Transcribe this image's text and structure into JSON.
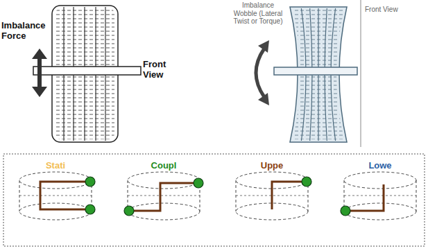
{
  "diagram": {
    "labels": [
      "Imbalance Force",
      "Front View",
      "Imbalance Wobble (Lateral Twist or Torque)",
      "Front View",
      "Stati",
      "Coupl",
      "Uppe",
      "Lowe"
    ]
  }
}
